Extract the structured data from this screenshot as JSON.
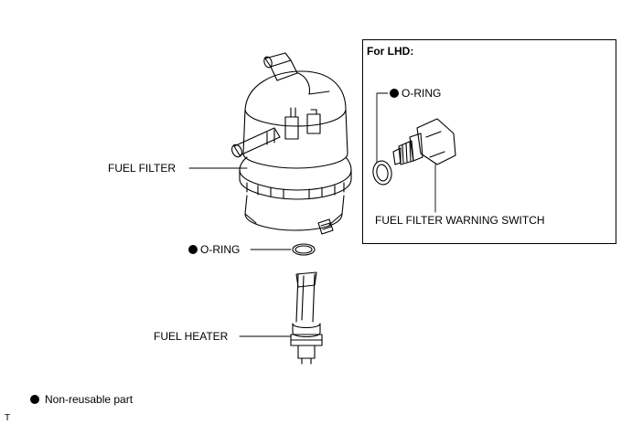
{
  "inset": {
    "title": "For LHD:",
    "oring_label": "O-RING",
    "switch_label": "FUEL FILTER WARNING SWITCH"
  },
  "main": {
    "fuel_filter_label": "FUEL FILTER",
    "oring_label": "O-RING",
    "fuel_heater_label": "FUEL HEATER"
  },
  "legend": {
    "text": "Non-reusable part",
    "symbol": "filled-circle-icon"
  },
  "corner_mark": "T",
  "colors": {
    "line": "#000000",
    "background": "#ffffff"
  }
}
